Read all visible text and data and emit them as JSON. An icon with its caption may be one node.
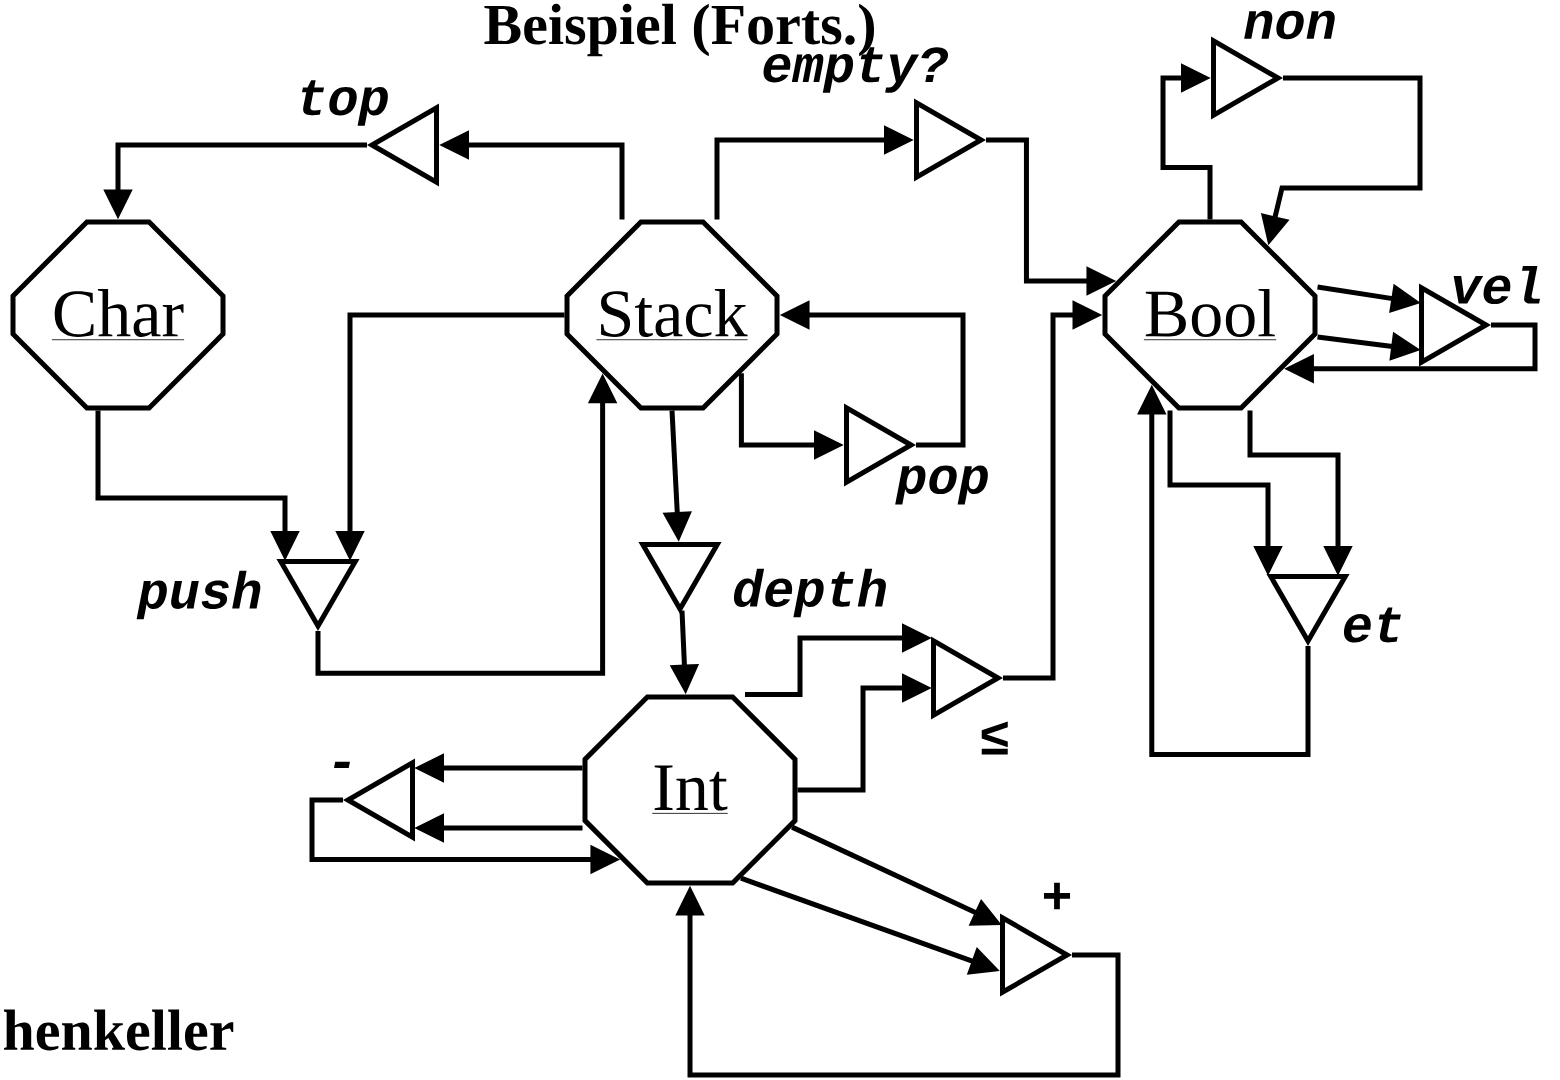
{
  "diagram": {
    "title": "Beispiel (Forts.)",
    "nodes": [
      {
        "text": [
          "Char"
        ]
      },
      {
        "text": [
          "Stack"
        ]
      },
      {
        "text": [
          "Bool"
        ]
      },
      {
        "text": [
          "Int"
        ]
      },
      {
        "text": [],
        "shape": "triangle",
        "beside": [
          "top"
        ]
      },
      {
        "text": [],
        "shape": "triangle",
        "beside": [
          "empty?"
        ]
      },
      {
        "text": [],
        "shape": "triangle",
        "beside": [
          "non"
        ]
      },
      {
        "text": [],
        "shape": "triangle",
        "beside": [
          "vel"
        ]
      },
      {
        "text": [],
        "shape": "triangle",
        "beside": [
          "pop"
        ]
      },
      {
        "text": [],
        "shape": "triangle",
        "beside": [
          "push"
        ]
      },
      {
        "text": [],
        "shape": "triangle",
        "beside": [
          "depth"
        ]
      },
      {
        "text": [],
        "shape": "triangle",
        "beside": [
          "et"
        ]
      },
      {
        "text": [],
        "shape": "triangle",
        "beside": [
          "≤"
        ]
      },
      {
        "text": [],
        "shape": "triangle",
        "beside": [
          "-"
        ]
      },
      {
        "text": [],
        "shape": "triangle",
        "beside": [
          "+"
        ]
      }
    ],
    "edges": [
      {
        "from": 1,
        "to": 4,
        "arrow": "to"
      },
      {
        "from": 4,
        "to": 0,
        "arrow": "to"
      },
      {
        "from": 1,
        "to": 5,
        "arrow": "to"
      },
      {
        "from": 5,
        "to": 2,
        "arrow": "to"
      },
      {
        "from": 2,
        "to": 6,
        "arrow": "to"
      },
      {
        "from": 6,
        "to": 2,
        "arrow": "to"
      },
      {
        "from": 2,
        "to": 7,
        "arrow": "to"
      },
      {
        "from": 2,
        "to": 7,
        "arrow": "to"
      },
      {
        "from": 7,
        "to": 2,
        "arrow": "to"
      },
      {
        "from": 2,
        "to": 11,
        "arrow": "to"
      },
      {
        "from": 2,
        "to": 11,
        "arrow": "to"
      },
      {
        "from": 11,
        "to": 2,
        "arrow": "to"
      },
      {
        "from": 1,
        "to": 8,
        "arrow": "to"
      },
      {
        "from": 8,
        "to": 1,
        "arrow": "to"
      },
      {
        "from": 0,
        "to": 9,
        "arrow": "to"
      },
      {
        "from": 1,
        "to": 9,
        "arrow": "to"
      },
      {
        "from": 9,
        "to": 1,
        "arrow": "to"
      },
      {
        "from": 1,
        "to": 10,
        "arrow": "to"
      },
      {
        "from": 10,
        "to": 3,
        "arrow": "to"
      },
      {
        "from": 3,
        "to": 12,
        "arrow": "to"
      },
      {
        "from": 3,
        "to": 12,
        "arrow": "to"
      },
      {
        "from": 12,
        "to": 2,
        "arrow": "to"
      },
      {
        "from": 3,
        "to": 13,
        "arrow": "to"
      },
      {
        "from": 3,
        "to": 13,
        "arrow": "to"
      },
      {
        "from": 13,
        "to": 3,
        "arrow": "to"
      },
      {
        "from": 3,
        "to": 14,
        "arrow": "to"
      },
      {
        "from": 3,
        "to": 14,
        "arrow": "to"
      },
      {
        "from": 14,
        "to": 3,
        "arrow": "to"
      }
    ],
    "labels": [
      "henkeller"
    ]
  }
}
